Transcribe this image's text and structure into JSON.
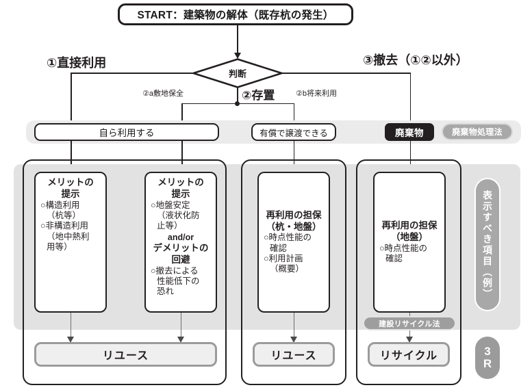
{
  "diagram": {
    "title_box": "START：建築物の解体（既存杭の発生）",
    "decision": "判断",
    "branches": {
      "left_big": "①直接利用",
      "right_big": "③撤去（①②以外）",
      "mid_big": "②存置",
      "mid_left_small": "②a敷地保全",
      "mid_right_small": "②b将来利用"
    },
    "row2": {
      "own_use": "自ら利用する",
      "transfer": "有償で譲渡できる",
      "waste": "廃棄物",
      "waste_law": "廃棄物処理法"
    },
    "columns": [
      {
        "id": "col-left",
        "cards": [
          {
            "id": "card-merit-1",
            "head": "メリットの\n提示",
            "lines": [
              {
                "text": "○構造利用",
                "style": "li"
              },
              {
                "text": "（杭等）",
                "style": "ind"
              },
              {
                "text": "○非構造利用",
                "style": "li"
              },
              {
                "text": "（地中熱利",
                "style": "ind"
              },
              {
                "text": "用等）",
                "style": "ind"
              }
            ]
          },
          {
            "id": "card-merit-2",
            "head": "メリットの\n提示",
            "lines": [
              {
                "text": "○地盤安定",
                "style": "li"
              },
              {
                "text": "（液状化防",
                "style": "ind"
              },
              {
                "text": "止等）",
                "style": "ind"
              },
              {
                "text": "and/or",
                "style": "andor"
              },
              {
                "text": "デメリットの\n回避",
                "style": "head2"
              },
              {
                "text": "○撤去による",
                "style": "li"
              },
              {
                "text": "性能低下の",
                "style": "ind"
              },
              {
                "text": "恐れ",
                "style": "ind"
              }
            ]
          }
        ],
        "outcome": "リユース"
      },
      {
        "id": "col-mid",
        "cards": [
          {
            "id": "card-reuse-guarantee",
            "head": "再利用の担保\n（杭・地盤）",
            "lines": [
              {
                "text": "○時点性能の",
                "style": "li"
              },
              {
                "text": "確認",
                "style": "ind"
              },
              {
                "text": "○利用計画",
                "style": "li"
              },
              {
                "text": "（概要）",
                "style": "ind"
              }
            ]
          }
        ],
        "outcome": "リユース"
      },
      {
        "id": "col-right",
        "cards": [
          {
            "id": "card-recycle-guarantee",
            "head": "再利用の担保\n（地盤）",
            "lines": [
              {
                "text": "○時点性能の",
                "style": "li"
              },
              {
                "text": "確認",
                "style": "ind"
              }
            ]
          }
        ],
        "law_pill": "建設リサイクル法",
        "outcome": "リサイクル"
      }
    ],
    "side_labels": {
      "vertical_pill": "表示すべき項目（例）",
      "badge_line1": "3",
      "badge_line2": "R"
    },
    "colors": {
      "ink": "#231f20",
      "band": "#ebebeb",
      "panel": "#e2e2e2",
      "pill_gray": "#a8a8a8",
      "outcome_fill": "#efefef",
      "outcome_border": "#9b9b9b"
    }
  }
}
